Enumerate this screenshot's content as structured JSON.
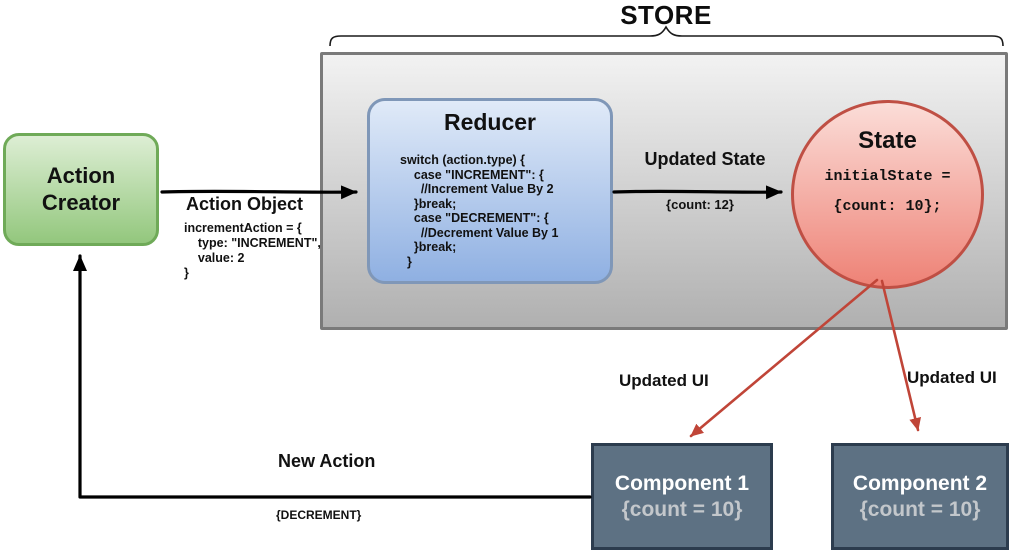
{
  "diagram": {
    "store_title": "STORE",
    "action_creator": {
      "title": "Action Creator"
    },
    "reducer": {
      "title": "Reducer",
      "code": "switch (action.type) {\n    case \"INCREMENT\": {\n      //Increment Value By 2\n    }break;\n    case \"DECREMENT\": {\n      //Decrement Value By 1\n    }break;\n  }"
    },
    "state": {
      "title": "State",
      "code_line1": "initialState =",
      "code_line2": "{count: 10};"
    },
    "labels": {
      "action_object": "Action Object",
      "action_object_code": "incrementAction = {\n    type: \"INCREMENT\",\n    value: 2\n}",
      "updated_state": "Updated State",
      "updated_state_value": "{count: 12}",
      "updated_ui_left": "Updated UI",
      "updated_ui_right": "Updated UI",
      "new_action": "New Action",
      "new_action_value": "{DECREMENT}"
    },
    "components": [
      {
        "title": "Component 1",
        "value": "{count = 10}"
      },
      {
        "title": "Component 2",
        "value": "{count = 10}"
      }
    ],
    "colors": {
      "action_creator_fill_top": "#ddeed4",
      "action_creator_fill_bottom": "#93c77d",
      "action_creator_border": "#6faa58",
      "reducer_fill_top": "#e0eaf8",
      "reducer_fill_bottom": "#8fb0e2",
      "reducer_border": "#7f97b8",
      "state_fill_top": "#fbddd8",
      "state_fill_bottom": "#ee8276",
      "state_border": "#bf4f44",
      "store_fill_top": "#f2f2f2",
      "store_fill_bottom": "#b0b0b0",
      "store_border": "#7a7a7a",
      "component_fill": "#5d7183",
      "component_border": "#2c3c4e",
      "component_value_text": "#c3c7cb",
      "arrow_black": "#000000",
      "arrow_red": "#c04538"
    }
  }
}
